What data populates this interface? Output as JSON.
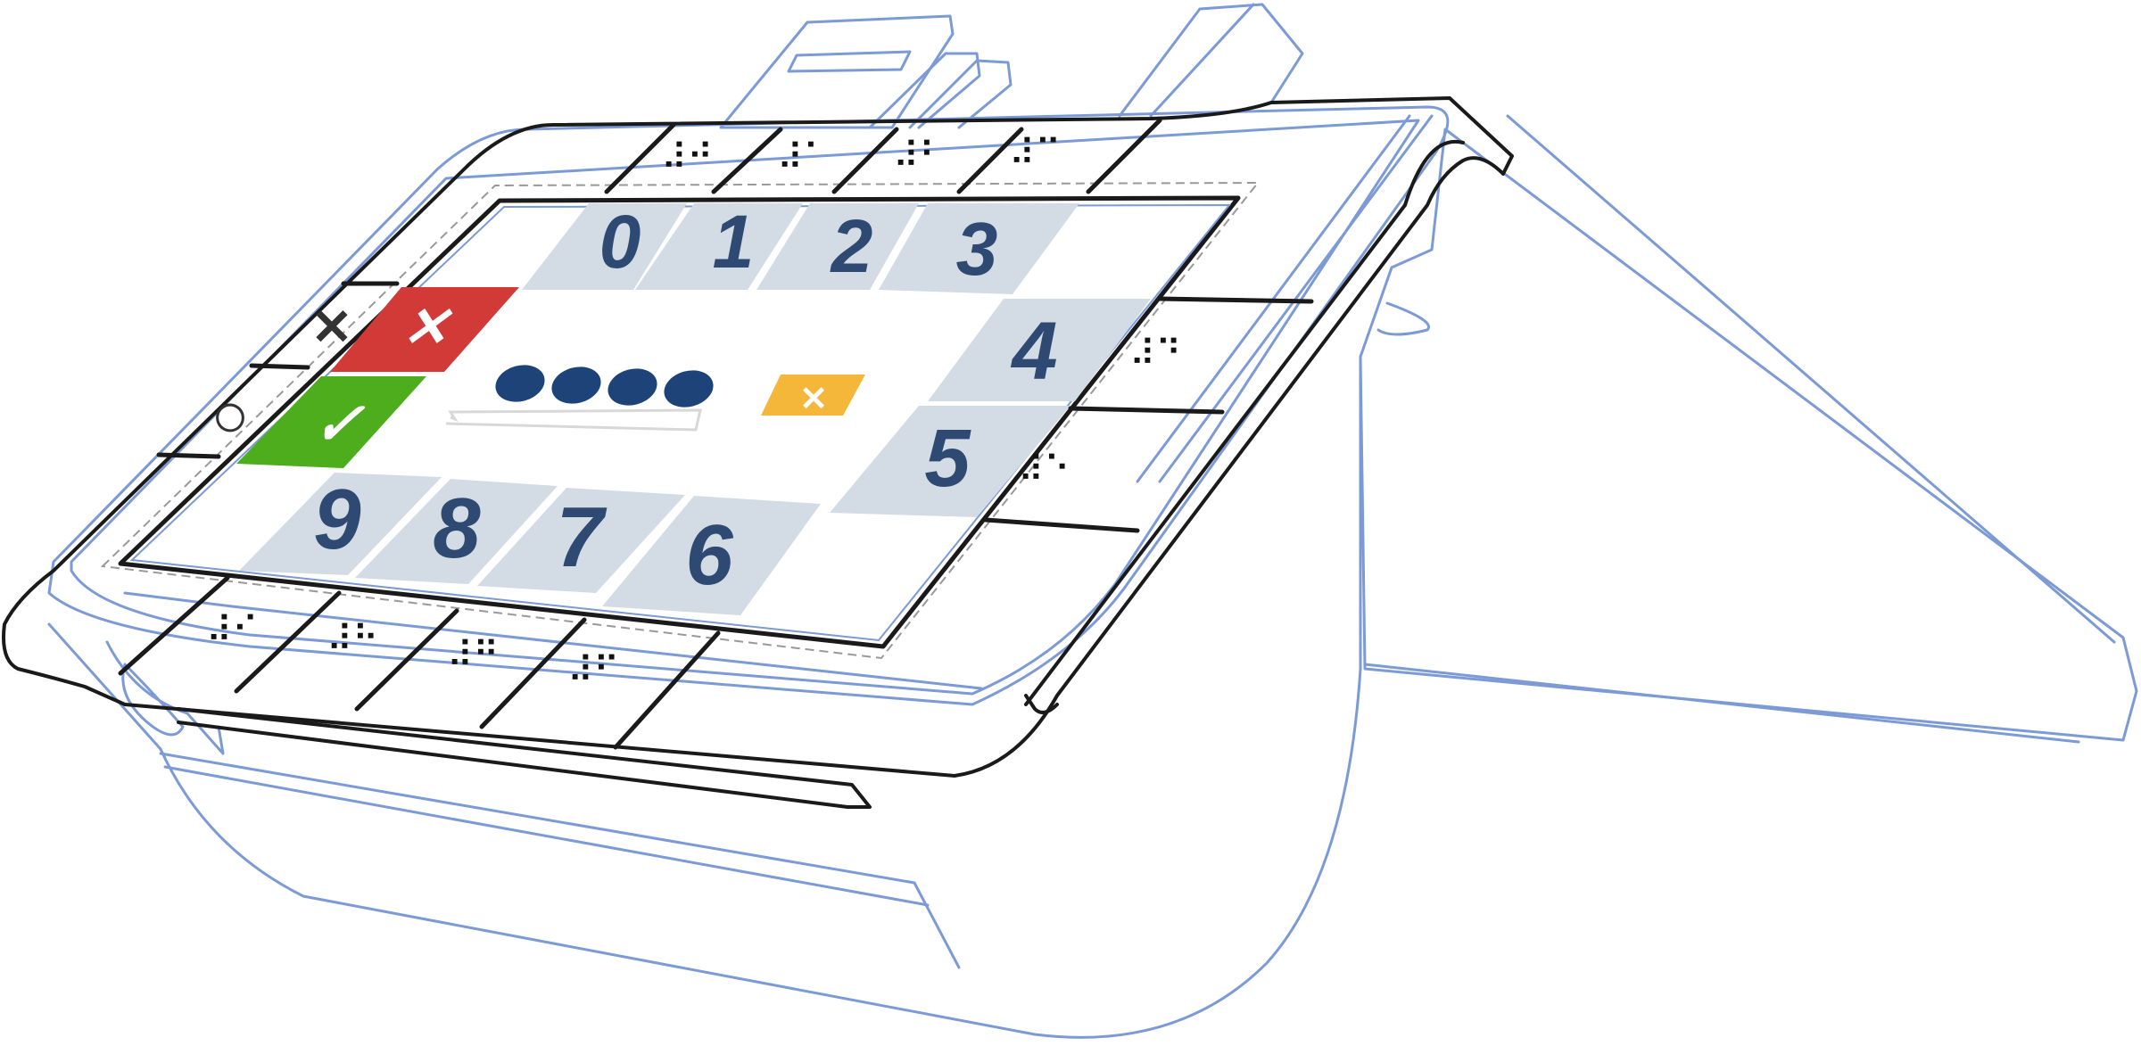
{
  "colors": {
    "frame_line": "#1a1a1a",
    "body_line": "#7b9ad6",
    "tile": "#d3dce4",
    "digit": "#2e4a73",
    "cancel": "#d13a37",
    "confirm": "#4ead1c",
    "clear": "#f5b73a",
    "pin_dot": "#1d4378",
    "braille_dot": "#111111"
  },
  "screen": {
    "digits_top": [
      "0",
      "1",
      "2",
      "3"
    ],
    "digits_right": [
      "4",
      "5"
    ],
    "digits_bottom": [
      "9",
      "8",
      "7",
      "6"
    ],
    "cancel_glyph": "✕",
    "confirm_glyph": "✓",
    "clear_glyph": "✕",
    "pin_dot_count": 4
  },
  "side_buttons": {
    "cancel_glyph": "✕",
    "confirm_glyph": "○"
  },
  "braille_buttons": {
    "top": [
      "⠼⠚",
      "⠼⠁",
      "⠼⠃",
      "⠼⠉"
    ],
    "right": [
      "⠼⠙",
      "⠼⠑"
    ],
    "bottom": [
      "⠼⠊",
      "⠼⠓",
      "⠼⠛",
      "⠼⠋"
    ]
  }
}
